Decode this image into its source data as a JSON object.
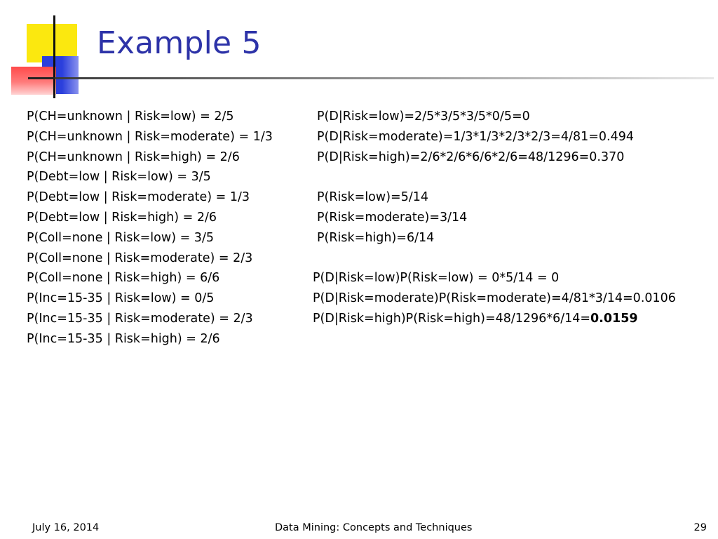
{
  "slide": {
    "title": "Example 5",
    "left_lines": [
      "P(CH=unknown | Risk=low) = 2/5",
      "P(CH=unknown | Risk=moderate) = 1/3",
      "P(CH=unknown | Risk=high) = 2/6",
      "P(Debt=low | Risk=low) = 3/5",
      "P(Debt=low | Risk=moderate) = 1/3",
      "P(Debt=low | Risk=high) = 2/6",
      "P(Coll=none | Risk=low) = 3/5",
      "P(Coll=none | Risk=moderate) = 2/3",
      "P(Coll=none | Risk=high) = 6/6",
      "P(Inc=15-35 | Risk=low) = 0/5",
      "P(Inc=15-35 | Risk=moderate) = 2/3",
      "P(Inc=15-35 | Risk=high) = 2/6"
    ],
    "right_group1": [
      "P(D|Risk=low)=2/5*3/5*3/5*0/5=0",
      "P(D|Risk=moderate)=1/3*1/3*2/3*2/3=4/81=0.494",
      "P(D|Risk=high)=2/6*2/6*6/6*2/6=48/1296=0.370"
    ],
    "right_group2": [
      "P(Risk=low)=5/14",
      "P(Risk=moderate)=3/14",
      "P(Risk=high)=6/14"
    ],
    "right_group3": [
      "P(D|Risk=low)P(Risk=low) = 0*5/14 = 0",
      "P(D|Risk=moderate)P(Risk=moderate)=4/81*3/14=0.0106"
    ],
    "right_group3_last_prefix": "P(D|Risk=high)P(Risk=high)=48/1296*6/14=",
    "right_group3_last_bold": "0.0159"
  },
  "footer": {
    "date": "July 16, 2014",
    "center": "Data Mining: Concepts and Techniques",
    "page": "29"
  }
}
